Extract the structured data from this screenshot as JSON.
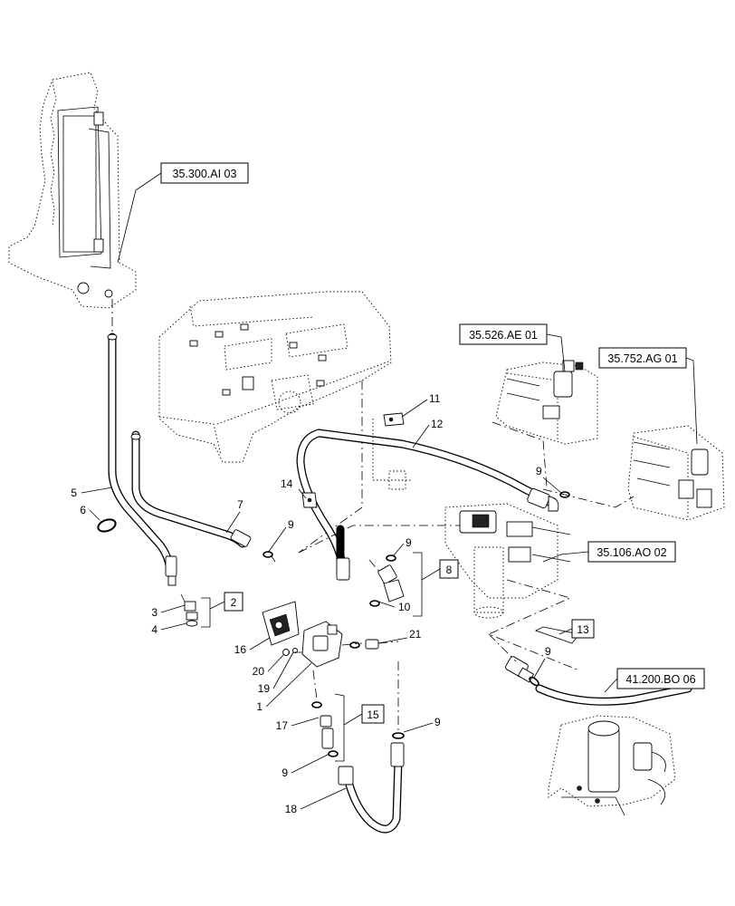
{
  "references": {
    "ref_tank": "35.300.AI 03",
    "ref_valve_a": "35.526.AE 01",
    "ref_valve_b": "35.752.AG 01",
    "ref_filter": "35.106.AO 02",
    "ref_motor": "41.200.BO 06"
  },
  "callouts": {
    "c1": "1",
    "c2": "2",
    "c3": "3",
    "c4": "4",
    "c5": "5",
    "c6": "6",
    "c7": "7",
    "c8": "8",
    "c9a": "9",
    "c9b": "9",
    "c9c": "9",
    "c9d": "9",
    "c9e": "9",
    "c9f": "9",
    "c10": "10",
    "c11": "11",
    "c12": "12",
    "c13": "13",
    "c14": "14",
    "c15": "15",
    "c16": "16",
    "c17": "17",
    "c18": "18",
    "c19": "19",
    "c20": "20",
    "c21": "21"
  }
}
